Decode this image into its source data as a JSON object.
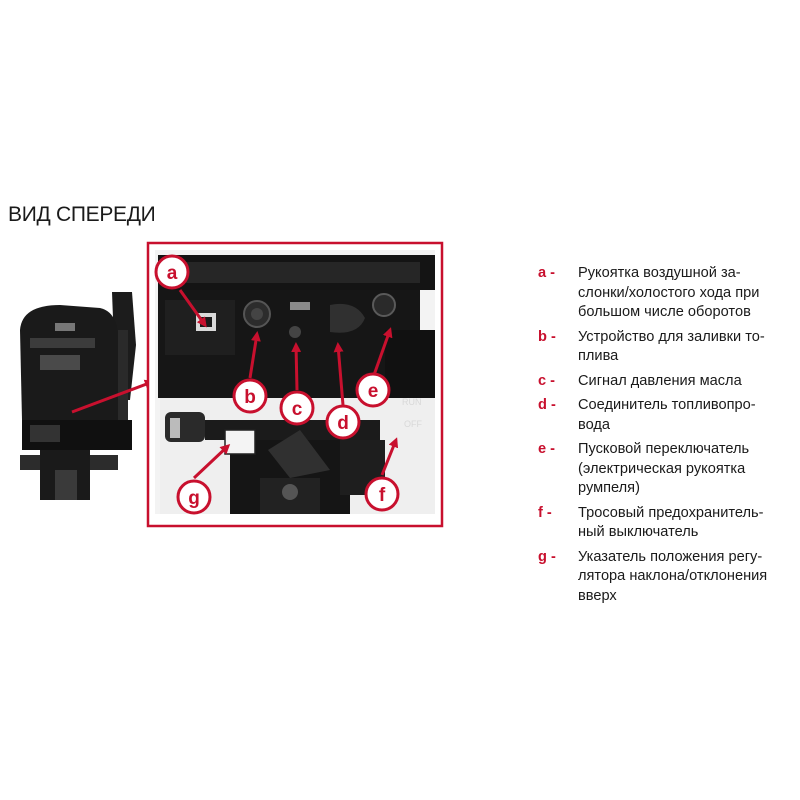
{
  "heading": "ВИД СПЕРЕДИ",
  "colors": {
    "accent": "#c8102e",
    "photo_dark": "#141414"
  },
  "photo_labels": [
    "a",
    "b",
    "c",
    "d",
    "e",
    "f",
    "g"
  ],
  "switch_labels": {
    "run": "RUN",
    "off": "OFF"
  },
  "legend": [
    {
      "key": "a -",
      "text": "Рукоятка воздушной за-\nслонки/холостого хода при\nбольшом числе оборотов"
    },
    {
      "key": "b -",
      "text": "Устройство для заливки то-\nплива"
    },
    {
      "key": "c -",
      "text": "Сигнал давления масла"
    },
    {
      "key": "d -",
      "text": "Соединитель топливопро-\nвода"
    },
    {
      "key": "e -",
      "text": "Пусковой переключатель\n(электрическая рукоятка\nрумпеля)"
    },
    {
      "key": "f -",
      "text": "Тросовый предохранитель-\nный выключатель"
    },
    {
      "key": "g -",
      "text": "Указатель положения регу-\nлятора наклона/отклонения\nвверх"
    }
  ]
}
